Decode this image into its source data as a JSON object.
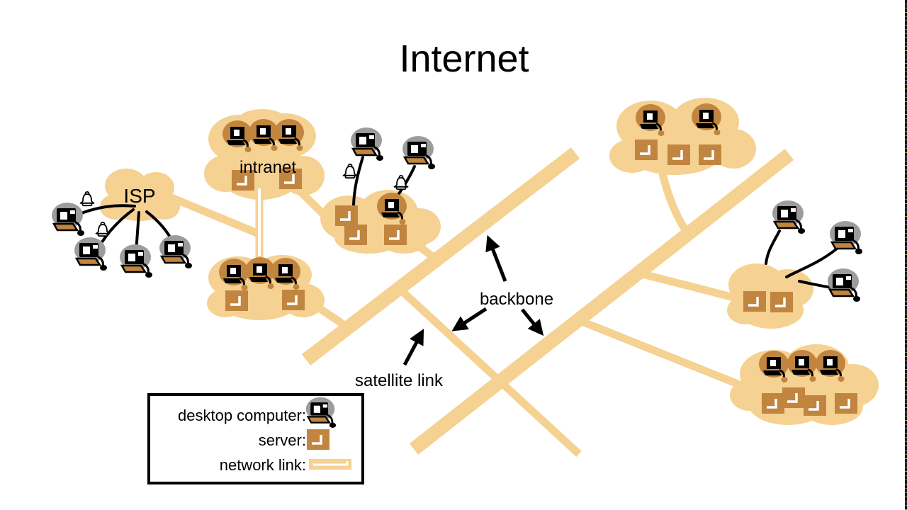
{
  "title": "Internet",
  "labels": {
    "isp": "ISP",
    "intranet": "intranet",
    "backbone": "backbone",
    "satellite_link": "satellite link"
  },
  "legend": {
    "desktop_computer": "desktop computer:",
    "server": "server:",
    "network_link": "network link:"
  },
  "icons": {
    "desktop_computer": "desktop-computer-icon",
    "server": "server-icon",
    "network_link": "network-link-icon",
    "bell": "bell-icon"
  },
  "colors": {
    "background": "#FFFFFF",
    "cloud_tan": "#F5D192",
    "dark_tan": "#C1853F",
    "monitor_gray": "#9C9C9C",
    "text_black": "#000000"
  }
}
